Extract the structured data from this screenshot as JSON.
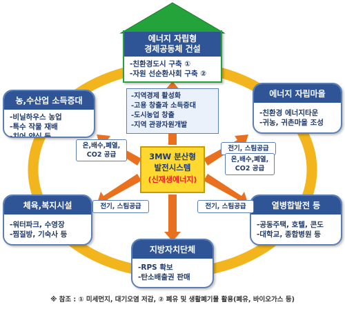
{
  "top": {
    "title_lines": [
      "에너지 자립형",
      "경제공동체 건설"
    ],
    "items": [
      "-친환경도시 구축 ①",
      "-자원 선순환사회 구축 ②"
    ]
  },
  "center_list": [
    "-지역경제 활성화",
    "-고용 창출과 소득증대",
    "-도시농업 창출",
    "-지역 관광자원개발"
  ],
  "center": {
    "title_lines": [
      "3MW 분산형",
      "발전시스템"
    ],
    "subtitle": "(신재생에너지)"
  },
  "left_top": {
    "title": "농,수산업 소득증대",
    "items": [
      "-비닐하우스 농업",
      "-특수 작물 재배",
      "-치어 양식 등"
    ]
  },
  "right_top": {
    "title": "에너지 자립마을",
    "items": [
      "-친환경 에너지타운",
      "-귀농, 귀촌마을 조성"
    ]
  },
  "left_bottom": {
    "title": "체육,복지시설",
    "items": [
      "-워터파크, 수영장",
      "-찜질방, 기숙사 등"
    ]
  },
  "right_bottom": {
    "title": "열병합발전 등",
    "items": [
      "-공동주택, 호텔, 콘도",
      "-대학교, 종합병원 등"
    ]
  },
  "bottom": {
    "title": "지방자치단체",
    "items": [
      "-RPS 확보",
      "-탄소배출권 판매"
    ]
  },
  "labels": {
    "left_top": [
      "온,배수,폐열,",
      "CO2 공급"
    ],
    "right_top_a": "전기, 스팀공급",
    "right_top_b": [
      "온,배수,폐열,",
      "CO2 공급"
    ],
    "left_mid": "전기, 스팀공급",
    "right_mid": "전기, 스팀공급"
  },
  "footnote": "※ 참조 : ① 미세먼지, 대기오염 저감, ② 폐유 및 생활폐기물 활용(폐유, 바이오가스 등)",
  "colors": {
    "ring": "#f2b51e",
    "header_blue": "#2f5597",
    "triangle_green": "#23a33a",
    "center_yellow": "#ffd92f",
    "center_red": "#e5241c",
    "arrow": "#e8701e"
  }
}
